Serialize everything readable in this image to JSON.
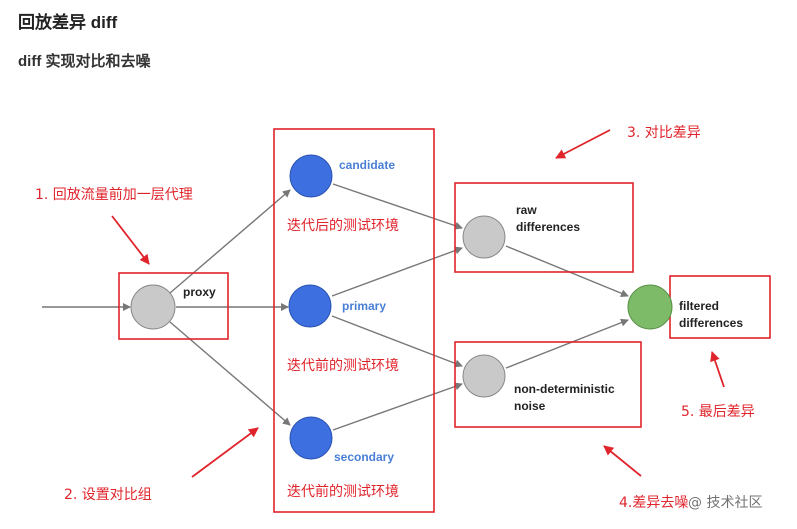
{
  "heading": "回放差异 diff",
  "subheading": "diff 实现对比和去噪",
  "colors": {
    "node_gray": "#c9c9c9",
    "node_blue": "#3d6fe0",
    "node_green": "#7dbb68",
    "label_blue": "#4a7fd6",
    "annotation_red": "#e0242b",
    "arrow_gray": "#777777"
  },
  "nodes": {
    "proxy": "proxy",
    "candidate": "candidate",
    "primary": "primary",
    "secondary": "secondary",
    "raw_differences": [
      "raw",
      "differences"
    ],
    "non_deterministic_noise": [
      "non-deterministic",
      "noise"
    ],
    "filtered_differences": [
      "filtered",
      "differences"
    ]
  },
  "environments": {
    "after_iteration": "迭代后的测试环境",
    "before_iteration_1": "迭代前的测试环境",
    "before_iteration_2": "迭代前的测试环境"
  },
  "annotations": {
    "step1": "1. 回放流量前加一层代理",
    "step2": "2. 设置对比组",
    "step3": "3. 对比差异",
    "step4": "4.差异去噪",
    "step5": "5. 最后差异"
  },
  "watermark": "@ 技术社区"
}
